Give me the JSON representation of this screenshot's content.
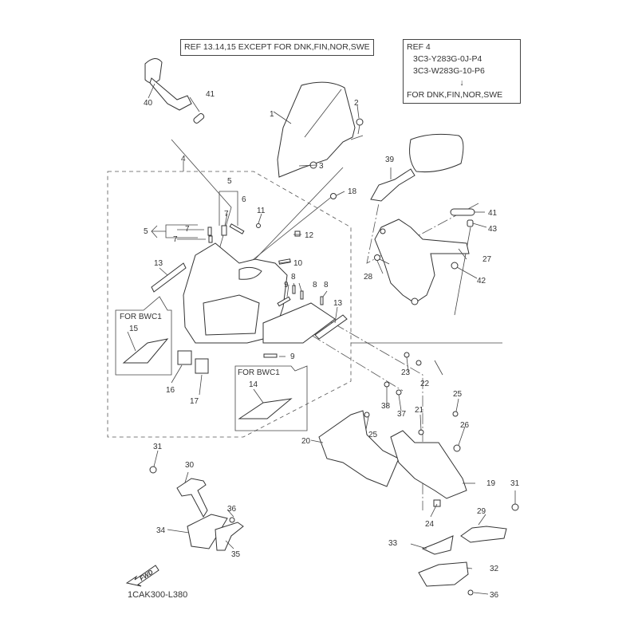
{
  "notes": {
    "ref_except": "REF 13.14,15 EXCEPT FOR DNK,FIN,NOR,SWE",
    "ref4_title": "REF 4",
    "ref4_line1": "3C3-Y283G-0J-P4",
    "ref4_line2": "3C3-W283G-10-P6",
    "ref4_arrow": "↓",
    "ref4_line3": "FOR DNK,FIN,NOR,SWE"
  },
  "variant_boxes": {
    "left": "FOR BWC1",
    "right": "FOR BWC1"
  },
  "diagram_code": "1CAK300-L380",
  "fwd_label": "FWD",
  "callouts": [
    {
      "id": "1",
      "label": "1"
    },
    {
      "id": "2",
      "label": "2"
    },
    {
      "id": "3",
      "label": "3"
    },
    {
      "id": "4",
      "label": "4"
    },
    {
      "id": "5a",
      "label": "5"
    },
    {
      "id": "5b",
      "label": "5"
    },
    {
      "id": "6",
      "label": "6"
    },
    {
      "id": "7a",
      "label": "7"
    },
    {
      "id": "7b",
      "label": "7"
    },
    {
      "id": "7c",
      "label": "7"
    },
    {
      "id": "8a",
      "label": "8"
    },
    {
      "id": "8b",
      "label": "8"
    },
    {
      "id": "8c",
      "label": "8"
    },
    {
      "id": "9a",
      "label": "9"
    },
    {
      "id": "9b",
      "label": "9"
    },
    {
      "id": "10",
      "label": "10"
    },
    {
      "id": "11",
      "label": "11"
    },
    {
      "id": "12",
      "label": "12"
    },
    {
      "id": "13a",
      "label": "13"
    },
    {
      "id": "13b",
      "label": "13"
    },
    {
      "id": "14",
      "label": "14"
    },
    {
      "id": "15",
      "label": "15"
    },
    {
      "id": "16",
      "label": "16"
    },
    {
      "id": "17",
      "label": "17"
    },
    {
      "id": "18",
      "label": "18"
    },
    {
      "id": "19",
      "label": "19"
    },
    {
      "id": "20",
      "label": "20"
    },
    {
      "id": "21",
      "label": "21"
    },
    {
      "id": "22",
      "label": "22"
    },
    {
      "id": "23",
      "label": "23"
    },
    {
      "id": "24",
      "label": "24"
    },
    {
      "id": "25a",
      "label": "25"
    },
    {
      "id": "25b",
      "label": "25"
    },
    {
      "id": "26",
      "label": "26"
    },
    {
      "id": "27",
      "label": "27"
    },
    {
      "id": "28",
      "label": "28"
    },
    {
      "id": "29",
      "label": "29"
    },
    {
      "id": "30",
      "label": "30"
    },
    {
      "id": "31a",
      "label": "31"
    },
    {
      "id": "31b",
      "label": "31"
    },
    {
      "id": "32",
      "label": "32"
    },
    {
      "id": "33",
      "label": "33"
    },
    {
      "id": "34",
      "label": "34"
    },
    {
      "id": "35",
      "label": "35"
    },
    {
      "id": "36a",
      "label": "36"
    },
    {
      "id": "36b",
      "label": "36"
    },
    {
      "id": "37",
      "label": "37"
    },
    {
      "id": "38",
      "label": "38"
    },
    {
      "id": "39",
      "label": "39"
    },
    {
      "id": "40",
      "label": "40"
    },
    {
      "id": "41a",
      "label": "41"
    },
    {
      "id": "41b",
      "label": "41"
    },
    {
      "id": "42",
      "label": "42"
    },
    {
      "id": "43",
      "label": "43"
    }
  ]
}
